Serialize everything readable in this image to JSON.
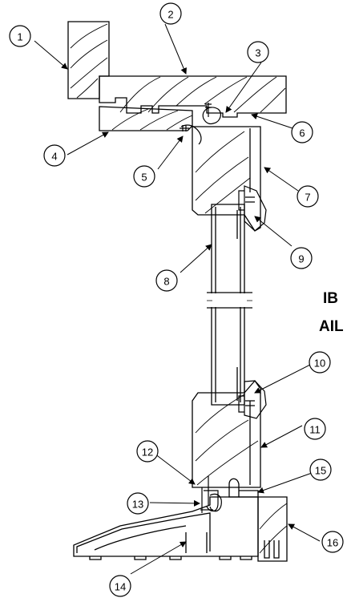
{
  "side_labels": [
    "IB",
    "AIL"
  ],
  "callouts": [
    "1",
    "2",
    "3",
    "4",
    "5",
    "6",
    "7",
    "8",
    "9",
    "10",
    "11",
    "12",
    "13",
    "14",
    "15",
    "16"
  ],
  "colors": {
    "line": "#000000",
    "background": "#ffffff"
  }
}
